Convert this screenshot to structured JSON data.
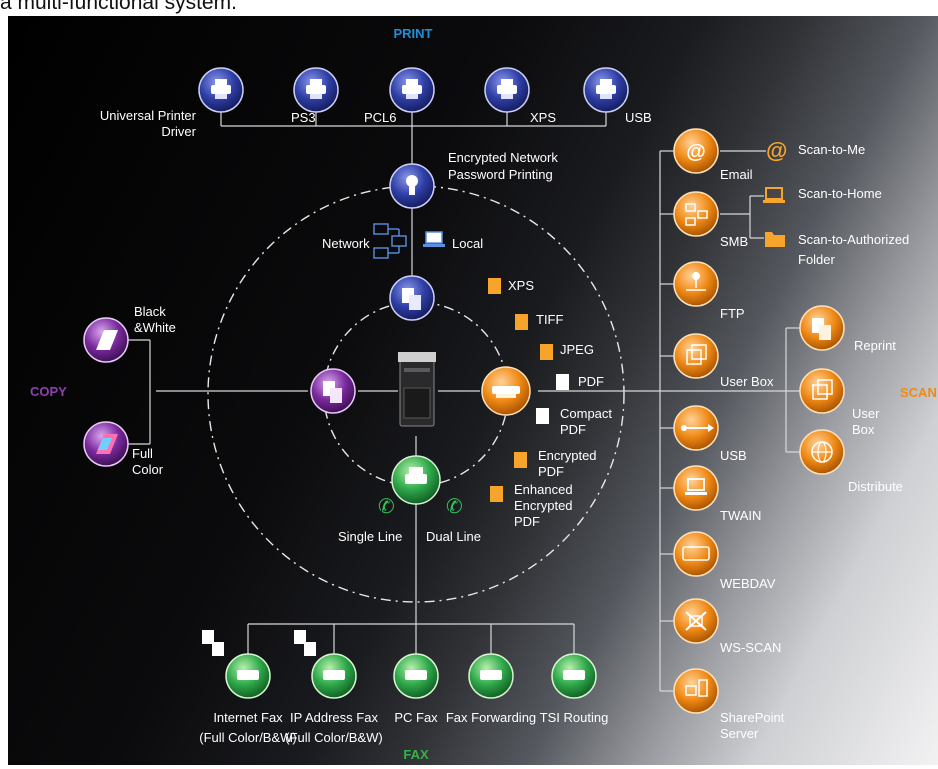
{
  "caption_top": "a multi-functional system.",
  "sections": {
    "print": "PRINT",
    "copy": "COPY",
    "scan": "SCAN",
    "fax": "FAX"
  },
  "colors": {
    "print": "#2f3fa6",
    "copy": "#7a2a9c",
    "scan": "#f08a16",
    "fax": "#2ea84a",
    "print_heading": "#1f8fd8",
    "copy_heading": "#8f3fb3",
    "scan_heading": "#f08a16",
    "fax_heading": "#35b24a"
  },
  "print": {
    "drivers": [
      {
        "label": "Universal Printer",
        "label2": "Driver",
        "icon": "printer-icon"
      },
      {
        "label": "PS3",
        "icon": "printer-icon"
      },
      {
        "label": "PCL6",
        "icon": "printer-icon"
      },
      {
        "label": "XPS",
        "icon": "printer-icon"
      },
      {
        "label": "USB",
        "icon": "printer-icon"
      }
    ],
    "secure": {
      "line1": "Encrypted Network",
      "line2": "Password Printing",
      "icon": "keyhole-icon"
    },
    "network": "Network",
    "local": "Local"
  },
  "formats": [
    "XPS",
    "TIFF",
    "JPEG",
    "PDF",
    "Compact",
    "PDF",
    "Encrypted",
    "PDF",
    "Enhanced",
    "Encrypted",
    "PDF"
  ],
  "copy": {
    "bw_line1": "Black",
    "bw_line2": "&White",
    "color_line1": "Full",
    "color_line2": "Color"
  },
  "fax": {
    "single": "Single Line",
    "dual": "Dual Line",
    "items": [
      {
        "label": "Internet Fax",
        "label2": "(Full Color/B&W)"
      },
      {
        "label": "IP Address Fax",
        "label2": "(Full Color/B&W)"
      },
      {
        "label": "PC Fax"
      },
      {
        "label": "Fax Forwarding"
      },
      {
        "label": "TSI Routing"
      }
    ]
  },
  "scan": {
    "destinations": [
      {
        "label": "Email",
        "icon": "at-icon"
      },
      {
        "label": "SMB",
        "icon": "network-icon"
      },
      {
        "label": "FTP",
        "icon": "ftp-icon"
      },
      {
        "label": "User Box",
        "icon": "box-icon"
      },
      {
        "label": "USB",
        "icon": "usb-icon"
      },
      {
        "label": "TWAIN",
        "icon": "laptop-icon"
      },
      {
        "label": "WEBDAV",
        "icon": "http-icon"
      },
      {
        "label": "WS-SCAN",
        "icon": "ws-scan-icon"
      },
      {
        "label": "SharePoint",
        "label2": "Server",
        "icon": "server-icon"
      }
    ],
    "email_sub": "Scan-to-Me",
    "smb_sub1": "Scan-to-Home",
    "smb_sub2a": "Scan-to-Authorized",
    "smb_sub2b": "Folder",
    "box": {
      "reprint": "Reprint",
      "userbox1": "User",
      "userbox2": "Box",
      "distribute": "Distribute"
    }
  }
}
